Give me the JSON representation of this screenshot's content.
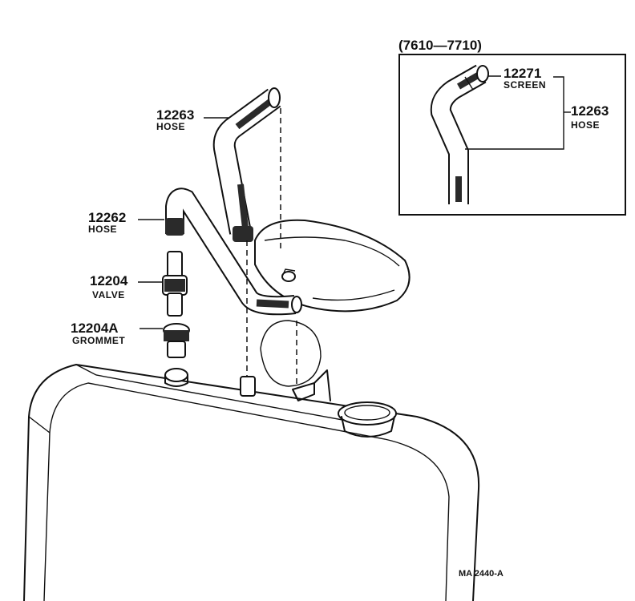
{
  "inset": {
    "range": "(7610—7710)",
    "parts": [
      {
        "number": "12271",
        "name": "SCREEN"
      },
      {
        "number": "12263",
        "name": "HOSE"
      }
    ]
  },
  "parts": [
    {
      "number": "12263",
      "name": "HOSE"
    },
    {
      "number": "12262",
      "name": "HOSE"
    },
    {
      "number": "12204",
      "name": "VALVE"
    },
    {
      "number": "12204A",
      "name": "GROMMET"
    }
  ],
  "figure_code": "MA 2440-A"
}
